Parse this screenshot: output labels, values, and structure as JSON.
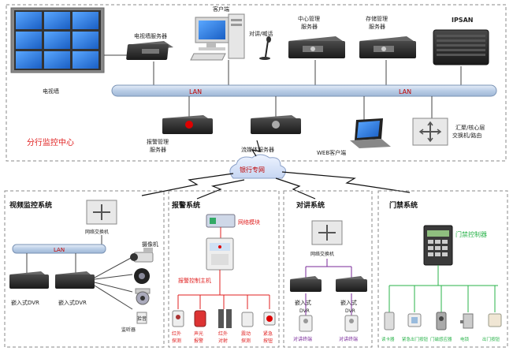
{
  "center": {
    "title": "分行监控中心",
    "video_wall": "电视墙",
    "tv_wall_server": "电视墙服务器",
    "client": "客户端",
    "intercom_call": "对讲/喊话",
    "center_mgmt_server": [
      "中心管理",
      "服务器"
    ],
    "storage_mgmt_server": [
      "存储管理",
      "服务器"
    ],
    "ipsan": "IPSAN",
    "lan": "LAN",
    "alarm_mgmt_server": [
      "报警管理",
      "服务器"
    ],
    "media_server": "流媒体服务器",
    "web_client": "WEB客户端",
    "core_switch": [
      "汇聚/核心层",
      "交换机/路由"
    ]
  },
  "network": {
    "bank_network": "银行专网"
  },
  "video": {
    "title": "视频监控系统",
    "switch": "网络交换机",
    "lan": "LAN",
    "camera": "摄像机",
    "dvr1": "嵌入式DVR",
    "dvr2": "嵌入式DVR",
    "pickup_label": "拾音",
    "monitor_label": "监听器"
  },
  "alarm": {
    "title": "报警系统",
    "network_module": "网络模块",
    "alarm_host": "报警控制主机",
    "sensors": [
      [
        "红外",
        "探测"
      ],
      [
        "声光",
        "报警"
      ],
      [
        "红外",
        "对射"
      ],
      [
        "震动",
        "探测"
      ],
      [
        "紧急",
        "按钮"
      ]
    ]
  },
  "intercom": {
    "title": "对讲系统",
    "switch": "网络交换机",
    "dvr1": [
      "嵌入式",
      "DVR"
    ],
    "dvr2": [
      "嵌入式",
      "DVR"
    ],
    "terminal1": "对讲终端",
    "terminal2": "对讲终端"
  },
  "access": {
    "title": "门禁系统",
    "controller": "门禁控制器",
    "devices": [
      "读卡器",
      "紧急出门按钮",
      "门磁感应器",
      "电锁",
      "出门按钮"
    ]
  },
  "colors": {
    "title_red": "#e02020",
    "lan_blue": "#c6d8ee",
    "lan_text": "#c00000",
    "intercom_purple": "#7a2a9a",
    "access_green": "#29b34a",
    "alarm_red": "#e02020",
    "dashed": "#8a8a8a"
  }
}
